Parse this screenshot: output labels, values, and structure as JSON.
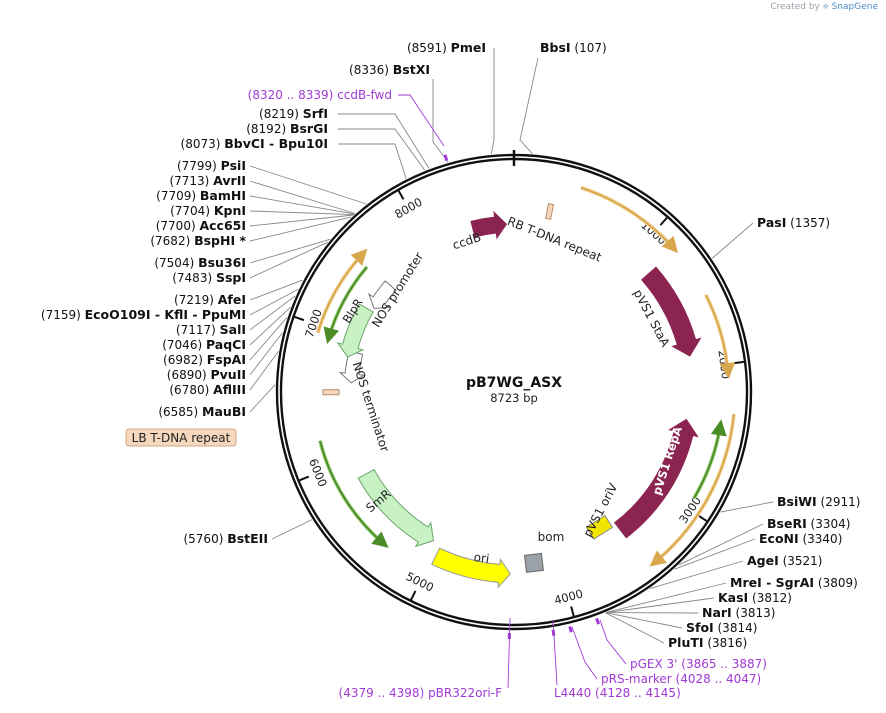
{
  "credit": {
    "prefix": "Created by",
    "brand": "SnapGene"
  },
  "plasmid": {
    "name": "pB7WG_ASX",
    "length_label": "8723 bp",
    "length": 8723
  },
  "ticks": [
    {
      "pos": 1000,
      "label": "1000"
    },
    {
      "pos": 2000,
      "label": "2000"
    },
    {
      "pos": 3000,
      "label": "3000"
    },
    {
      "pos": 4000,
      "label": "4000"
    },
    {
      "pos": 5000,
      "label": "5000"
    },
    {
      "pos": 6000,
      "label": "6000"
    },
    {
      "pos": 7000,
      "label": "7000"
    },
    {
      "pos": 8000,
      "label": "8000"
    }
  ],
  "sites_left": [
    {
      "name": "PmeI",
      "pos": "(8591)"
    },
    {
      "name": "BstXI",
      "pos": "(8336)"
    },
    {
      "name": "SrfI",
      "pos": "(8219)"
    },
    {
      "name": "BsrGI",
      "pos": "(8192)"
    },
    {
      "name": "BbvCI  -  Bpu10I",
      "pos": "(8073)"
    },
    {
      "name": "PsiI",
      "pos": "(7799)"
    },
    {
      "name": "AvrII",
      "pos": "(7713)"
    },
    {
      "name": "BamHI",
      "pos": "(7709)"
    },
    {
      "name": "KpnI",
      "pos": "(7704)"
    },
    {
      "name": "Acc65I",
      "pos": "(7700)"
    },
    {
      "name": "BspHI *",
      "pos": "(7682)"
    },
    {
      "name": "Bsu36I",
      "pos": "(7504)"
    },
    {
      "name": "SspI",
      "pos": "(7483)"
    },
    {
      "name": "AfeI",
      "pos": "(7219)"
    },
    {
      "name": "EcoO109I  -  KflI  -  PpuMI",
      "pos": "(7159)"
    },
    {
      "name": "SalI",
      "pos": "(7117)"
    },
    {
      "name": "PaqCI",
      "pos": "(7046)"
    },
    {
      "name": "FspAI",
      "pos": "(6982)"
    },
    {
      "name": "PvuII",
      "pos": "(6890)"
    },
    {
      "name": "AflIII",
      "pos": "(6780)"
    },
    {
      "name": "MauBI",
      "pos": "(6585)"
    },
    {
      "name": "BstEII",
      "pos": "(5760)"
    }
  ],
  "sites_right": [
    {
      "name": "BbsI",
      "pos": "(107)"
    },
    {
      "name": "PasI",
      "pos": "(1357)"
    },
    {
      "name": "BsiWI",
      "pos": "(2911)"
    },
    {
      "name": "BseRI",
      "pos": "(3304)"
    },
    {
      "name": "EcoNI",
      "pos": "(3340)"
    },
    {
      "name": "AgeI",
      "pos": "(3521)"
    },
    {
      "name": "MreI  -  SgrAI",
      "pos": "(3809)"
    },
    {
      "name": "KasI",
      "pos": "(3812)"
    },
    {
      "name": "NarI",
      "pos": "(3813)"
    },
    {
      "name": "SfoI",
      "pos": "(3814)"
    },
    {
      "name": "PluTI",
      "pos": "(3816)"
    }
  ],
  "primers": [
    {
      "name": "ccdB-fwd",
      "range": "(8320 .. 8339)"
    },
    {
      "name": "pGEX 3'",
      "range": "(3865 .. 3887)"
    },
    {
      "name": "pRS-marker",
      "range": "(4028 .. 4047)"
    },
    {
      "name": "L4440",
      "range": "(4128 .. 4145)"
    },
    {
      "name": "pBR322ori-F",
      "range": "(4379 .. 4398)"
    }
  ],
  "features": {
    "ccdB": "ccdB",
    "rb": "RB T-DNA repeat",
    "stab": "pVS1 StaA",
    "repa": "pVS1 RepA",
    "oriv": "pVS1 oriV",
    "bom": "bom",
    "ori": "ori",
    "smr": "SmR",
    "nos_term": "NOS terminator",
    "nos_prom": "NOS promoter",
    "bar": "BlpR",
    "lb": "LB T-DNA repeat"
  },
  "colors": {
    "backbone": "#111111",
    "cds_purple": "#8c2452",
    "promoter": "#ffffff",
    "smr": "#c9f2c4",
    "bar": "#c9f2c4",
    "ori": "#ffff00",
    "oriv": "#f2e600",
    "bom": "#9aa1a8",
    "repeat": "#f5d7bd",
    "primer": "#a03bd6",
    "orf_orange": "#d9a84e",
    "orf_green": "#4c8c26"
  }
}
